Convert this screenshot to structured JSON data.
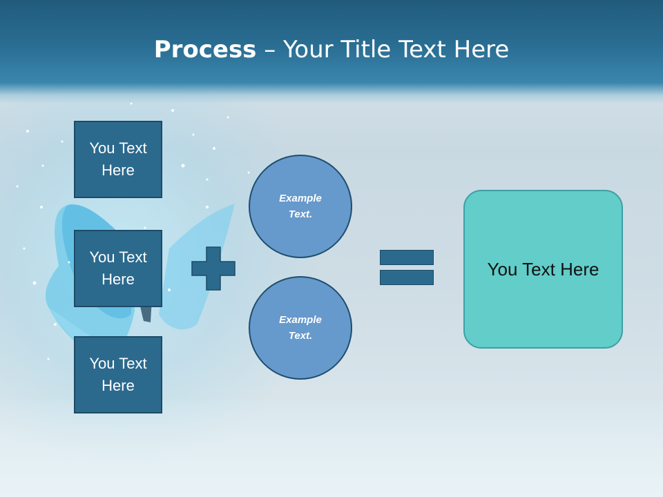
{
  "title": {
    "bold": "Process",
    "rest": " – Your Title Text Here"
  },
  "left_boxes": [
    {
      "label": "You Text\nHere"
    },
    {
      "label": "You Text\nHere"
    },
    {
      "label": "You Text\nHere"
    }
  ],
  "circles": [
    {
      "label": "Example\nText."
    },
    {
      "label": "Example\nText."
    }
  ],
  "result": {
    "label": "You Text Here"
  },
  "operators": {
    "plus": "plus-icon",
    "equals": "equals-icon"
  },
  "colors": {
    "header": "#2a6e93",
    "box_fill": "#2c6a8d",
    "circle_fill": "#6699cc",
    "result_fill": "#62cdc9",
    "text_light": "#ffffff"
  }
}
